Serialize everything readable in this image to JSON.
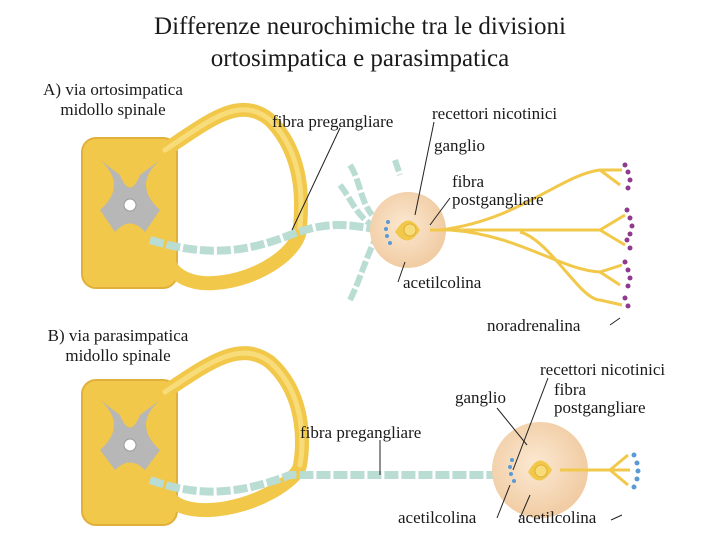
{
  "title": {
    "line1": "Differenze neurochimiche tra le divisioni",
    "line2": "ortosimpatica e parasimpatica"
  },
  "sympathetic": {
    "heading1": "A) via ortosimpatica",
    "heading2": "midollo spinale",
    "labels": {
      "preganglionic": "fibra pregangliare",
      "nicotinic": "recettori nicotinici",
      "ganglion": "ganglio",
      "postganglionic1": "fibra",
      "postganglionic2": "postgangliare",
      "ach": "acetilcolina",
      "norepinephrine": "noradrenalina"
    }
  },
  "parasympathetic": {
    "heading1": "B) via parasimpatica",
    "heading2": "midollo spinale",
    "labels": {
      "nicotinic": "recettori nicotinici",
      "ganglion": "ganglio",
      "postganglionic1": "fibra",
      "postganglionic2": "postgangliare",
      "preganglionic": "fibra pregangliare",
      "ach_left": "acetilcolina",
      "ach_right": "acetilcolina"
    }
  },
  "colors": {
    "nerve_yellow": "#f2c84a",
    "nerve_light": "#f8dc7a",
    "grey_matter": "#b7b7b7",
    "myelin": "#b9dcd3",
    "ganglion_body": "#f6d9b8",
    "receptor_purple": "#8e3b8e",
    "receptor_blue": "#5a9bd4"
  }
}
